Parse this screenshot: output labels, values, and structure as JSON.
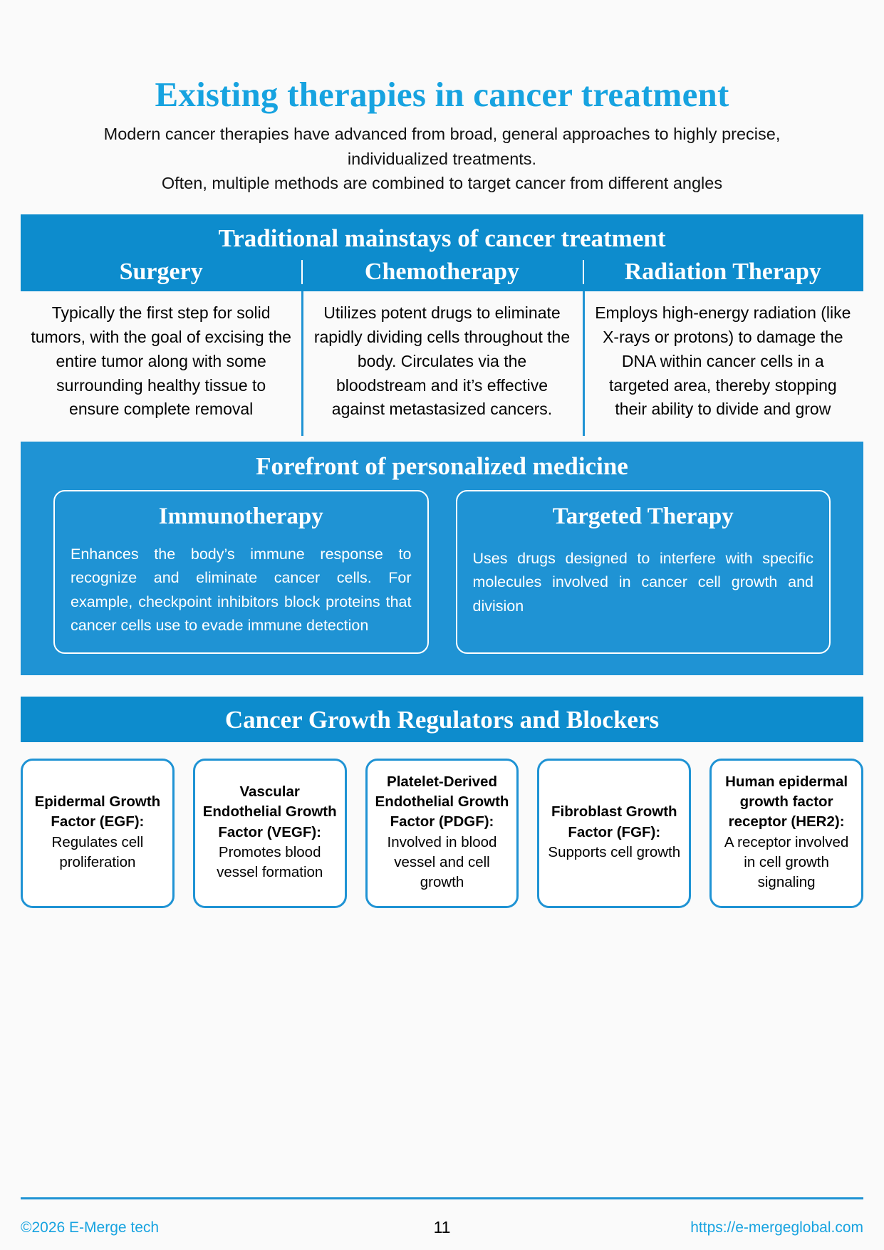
{
  "header": {
    "title": "Existing therapies in cancer treatment",
    "subtitle_line1": "Modern cancer therapies have advanced from broad, general approaches to highly precise,",
    "subtitle_line2": "individualized treatments.",
    "subtitle_line3": "Often, multiple methods are combined to target cancer from different angles"
  },
  "traditional": {
    "band_title": "Traditional mainstays of cancer treatment",
    "columns": [
      {
        "title": "Surgery",
        "body": "Typically the first step for solid tumors, with the goal of excising the entire tumor along with some surrounding healthy tissue to ensure complete removal"
      },
      {
        "title": "Chemotherapy",
        "body": "Utilizes potent drugs to eliminate rapidly dividing cells throughout the body. Circulates via the bloodstream and it’s effective against metastasized cancers."
      },
      {
        "title": "Radiation Therapy",
        "body": "Employs high-energy radiation (like X-rays or protons) to damage the DNA within cancer cells in a targeted area, thereby stopping their ability to divide and grow"
      }
    ]
  },
  "personalized": {
    "band_title": "Forefront of personalized medicine",
    "cards": [
      {
        "title": "Immunotherapy",
        "body": "Enhances the body’s immune response to recognize and eliminate cancer cells. For example, checkpoint inhibitors block proteins that cancer cells use to evade immune detection"
      },
      {
        "title": "Targeted Therapy",
        "body": "Uses drugs designed to interfere with specific molecules involved in cancer cell growth and division"
      }
    ]
  },
  "regulators": {
    "band_title": "Cancer Growth Regulators and Blockers",
    "cards": [
      {
        "title": "Epidermal Growth Factor (EGF):",
        "desc": "Regulates cell proliferation"
      },
      {
        "title": "Vascular Endothelial Growth Factor (VEGF):",
        "desc": "Promotes blood vessel formation"
      },
      {
        "title": "Platelet-Derived Endothelial Growth Factor (PDGF):",
        "desc": "Involved in blood vessel and cell growth"
      },
      {
        "title": "Fibroblast Growth Factor (FGF):",
        "desc": "Supports cell growth"
      },
      {
        "title": "Human epidermal growth factor receptor (HER2):",
        "desc": "A receptor involved in cell growth signaling"
      }
    ]
  },
  "footer": {
    "copyright": "©2026 E-Merge tech",
    "page_number": "11",
    "url": "https://e-mergeglobal.com"
  },
  "colors": {
    "accent_blue": "#17a3e0",
    "band_blue": "#0d8ccd",
    "panel_blue": "#1f93d4",
    "page_background": "#fafafa"
  }
}
